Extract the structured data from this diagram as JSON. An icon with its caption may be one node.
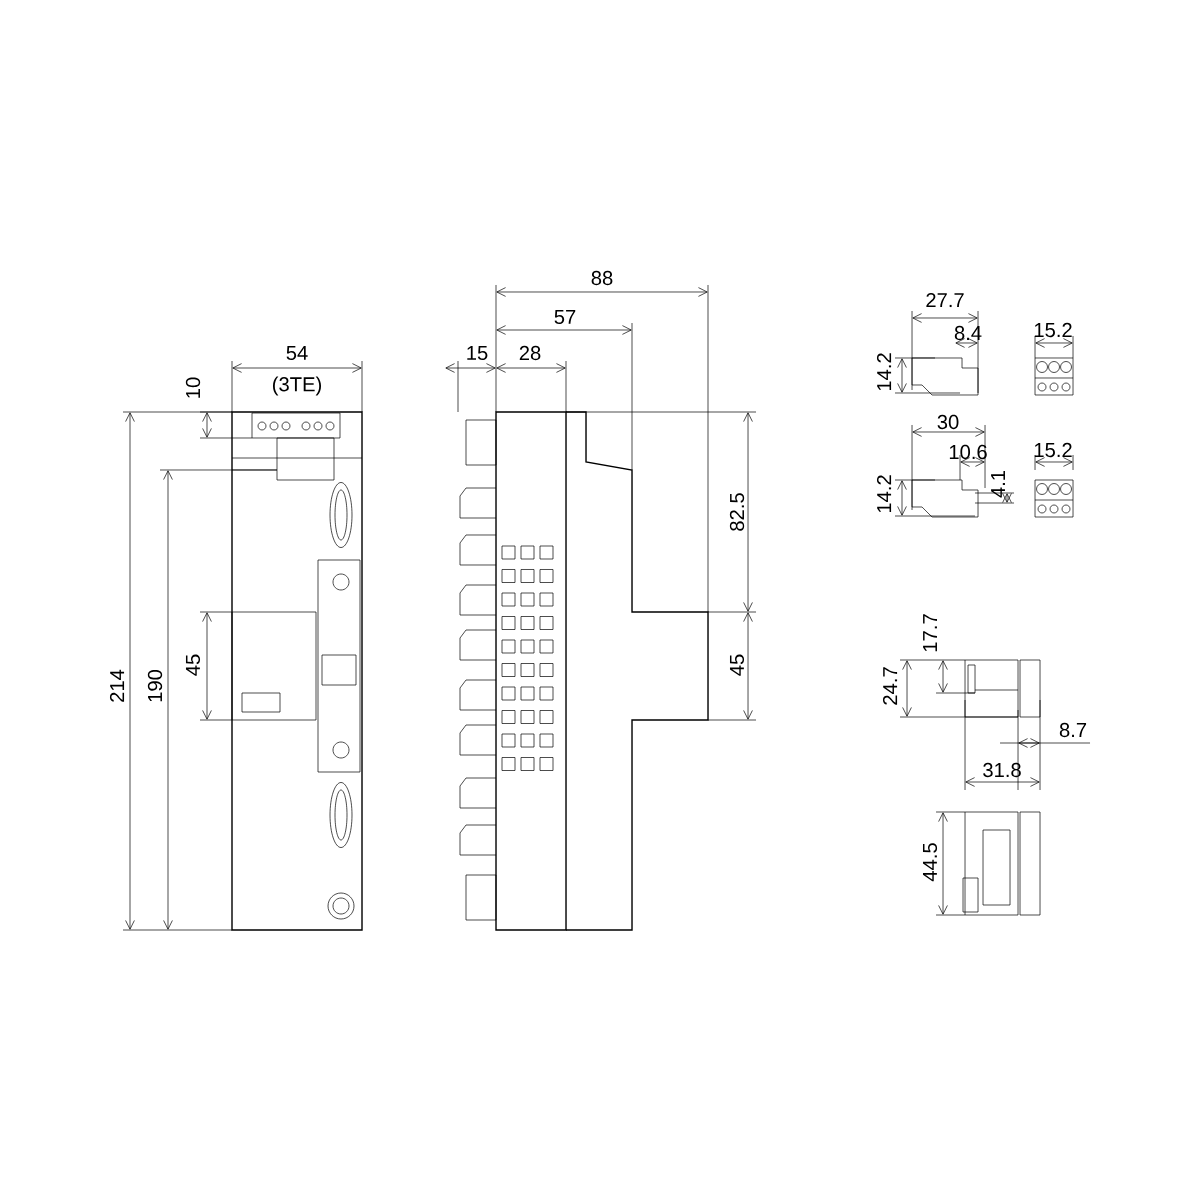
{
  "diagram": {
    "labels": [
      "88",
      "57",
      "27.7",
      "54",
      "15",
      "28",
      "8.4",
      "15.2",
      "10",
      "(3TE)",
      "14.2",
      "30",
      "10.6",
      "15.2",
      "82.5",
      "4.1",
      "14.2",
      "17.7",
      "45",
      "45",
      "214",
      "190",
      "24.7",
      "8.7",
      "31.8",
      "44.5"
    ]
  }
}
